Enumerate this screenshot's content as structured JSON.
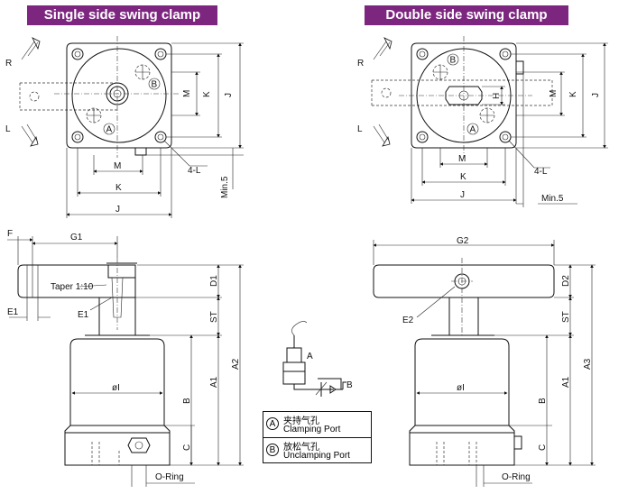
{
  "banners": {
    "single": "Single side swing clamp",
    "double": "Double side swing clamp"
  },
  "top_view": {
    "rotate_right": "R",
    "rotate_left": "L",
    "port_a": "A",
    "port_b": "B",
    "dim_m": "M",
    "dim_k": "K",
    "dim_j": "J",
    "dim_h": "H",
    "holes": "4-L",
    "min": "Min.5"
  },
  "side_view": {
    "dim_f": "F",
    "dim_g1": "G1",
    "dim_g2": "G2",
    "taper": "Taper 1:10",
    "dim_e1": "E1",
    "dim_e2": "E2",
    "dim_d1": "D1",
    "dim_d2": "D2",
    "dim_st": "ST",
    "dim_a1": "A1",
    "dim_a2": "A2",
    "dim_a3": "A3",
    "dim_b": "B",
    "dim_c": "C",
    "dim_dia": "øI",
    "oring": "O-Ring"
  },
  "circuit": {
    "port_a": "A",
    "port_b": "B"
  },
  "legend": {
    "a_symbol": "A",
    "a_cn": "夹持气孔",
    "a_en": "Clamping Port",
    "b_symbol": "B",
    "b_cn": "放松气孔",
    "b_en": "Unclamping Port"
  },
  "colors": {
    "banner": "#7d2680",
    "line": "#111111"
  }
}
